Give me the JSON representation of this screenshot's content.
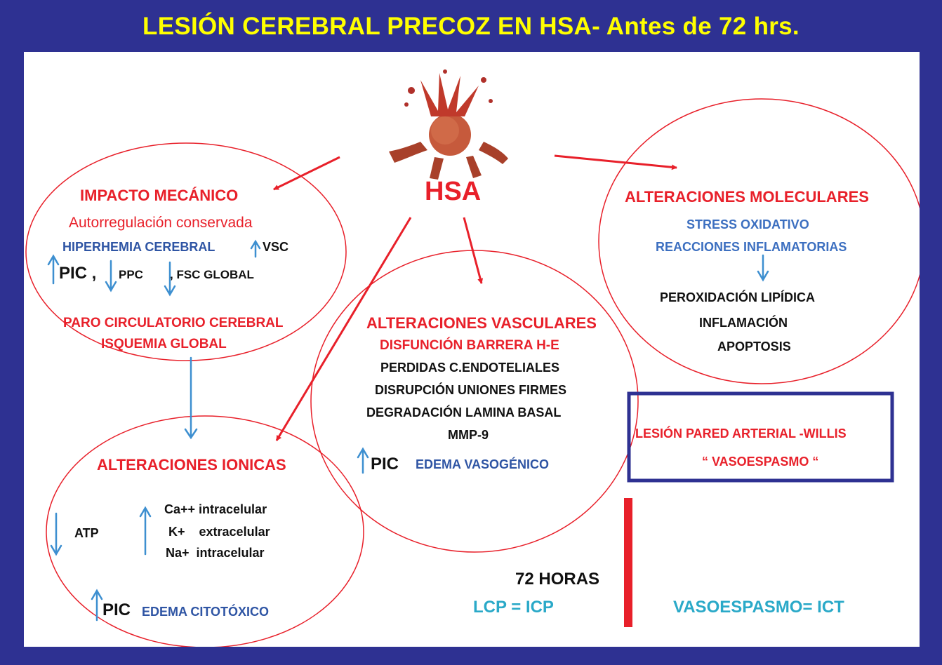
{
  "title": "LESIÓN CEREBRAL PRECOZ EN HSA- Antes de 72 hrs.",
  "center": "HSA",
  "mecanico": {
    "heading": "IMPACTO MECÁNICO",
    "autorregulacion": "Autorregulación conservada",
    "hiperhemia": "HIPERHEMIA CEREBRAL",
    "vsc": "VSC",
    "pic": "PIC ,",
    "ppc": "PPC",
    "fsc": ", FSC GLOBAL",
    "paro": "PARO CIRCULATORIO CEREBRAL",
    "isquemia": "ISQUEMIA GLOBAL"
  },
  "vasculares": {
    "heading": "ALTERACIONES VASCULARES",
    "disfuncion": "DISFUNCIÓN BARRERA  H-E",
    "items": [
      "PERDIDAS C.ENDOTELIALES",
      "DISRUPCIÓN UNIONES FIRMES",
      "DEGRADACIÓN LAMINA BASAL",
      "MMP-9"
    ],
    "pic": "PIC",
    "edema": "EDEMA VASOGÉNICO"
  },
  "moleculares": {
    "heading": "ALTERACIONES MOLECULARES",
    "stress": "STRESS OXIDATIVO",
    "reacciones": "REACCIONES INFLAMATORIAS",
    "items": [
      "PEROXIDACIÓN LIPÍDICA",
      "INFLAMACIÓN",
      "APOPTOSIS"
    ]
  },
  "ionicas": {
    "heading": "ALTERACIONES IONICAS",
    "atp": "ATP",
    "ca": "Ca++ intracelular",
    "k": "K+    extracelular",
    "na": "Na+  intracelular",
    "pic": "PIC",
    "edema": "EDEMA CITOTÓXICO"
  },
  "pared": {
    "line1": "LESIÓN PARED ARTERIAL -WILLIS",
    "line2": "“ VASOESPASMO “"
  },
  "timeline": {
    "horas": "72 HORAS",
    "lcp": "LCP = ICP",
    "vasoespasmo": "VASOESPASMO= ICT"
  },
  "colors": {
    "background": "#2e3192",
    "title": "#ffff00",
    "red": "#e8202a",
    "blue": "#2f55a4",
    "arrow_blue": "#3d8fd0",
    "cyan": "#2aa9c8"
  }
}
